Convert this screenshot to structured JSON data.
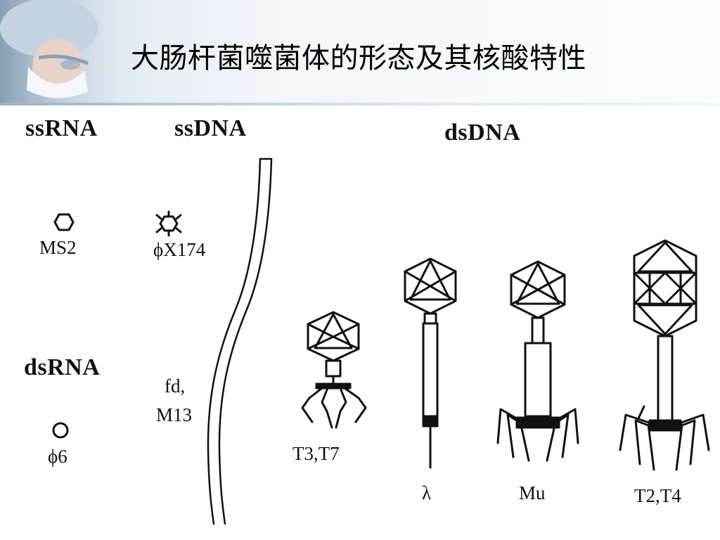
{
  "title": "大肠杆菌噬菌体的形态及其核酸特性",
  "groups": {
    "ssrna": "ssRNA",
    "ssdna": "ssDNA",
    "dsdna": "dsDNA",
    "dsrna": "dsRNA"
  },
  "phages": {
    "ms2": "MS2",
    "phix174": "ϕX174",
    "fd_m13_line1": "fd,",
    "fd_m13_line2": "M13",
    "phi6": "ϕ6",
    "t3_t7": "T3,T7",
    "lambda": "λ",
    "mu": "Mu",
    "t2_t4": "T2,T4"
  },
  "colors": {
    "ink": "#111111",
    "header_bg": "#e4ecf3"
  }
}
